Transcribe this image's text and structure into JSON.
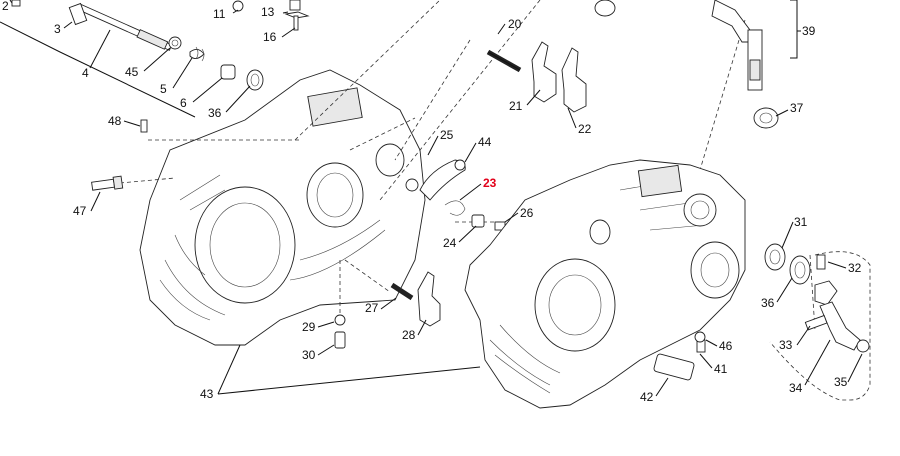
{
  "diagram": {
    "callouts": [
      {
        "id": "2",
        "label": "2",
        "highlight": false
      },
      {
        "id": "3",
        "label": "3",
        "highlight": false
      },
      {
        "id": "4",
        "label": "4",
        "highlight": false
      },
      {
        "id": "11",
        "label": "11",
        "highlight": false
      },
      {
        "id": "13",
        "label": "13",
        "highlight": false
      },
      {
        "id": "16",
        "label": "16",
        "highlight": false
      },
      {
        "id": "45",
        "label": "45",
        "highlight": false
      },
      {
        "id": "5",
        "label": "5",
        "highlight": false
      },
      {
        "id": "6",
        "label": "6",
        "highlight": false
      },
      {
        "id": "36a",
        "label": "36",
        "highlight": false
      },
      {
        "id": "48",
        "label": "48",
        "highlight": false
      },
      {
        "id": "47",
        "label": "47",
        "highlight": false
      },
      {
        "id": "20",
        "label": "20",
        "highlight": false
      },
      {
        "id": "21",
        "label": "21",
        "highlight": false
      },
      {
        "id": "22",
        "label": "22",
        "highlight": false
      },
      {
        "id": "39",
        "label": "39",
        "highlight": false
      },
      {
        "id": "37",
        "label": "37",
        "highlight": false
      },
      {
        "id": "25",
        "label": "25",
        "highlight": false
      },
      {
        "id": "44",
        "label": "44",
        "highlight": false
      },
      {
        "id": "23",
        "label": "23",
        "highlight": true
      },
      {
        "id": "26",
        "label": "26",
        "highlight": false
      },
      {
        "id": "24",
        "label": "24",
        "highlight": false
      },
      {
        "id": "31",
        "label": "31",
        "highlight": false
      },
      {
        "id": "32",
        "label": "32",
        "highlight": false
      },
      {
        "id": "36b",
        "label": "36",
        "highlight": false
      },
      {
        "id": "27",
        "label": "27",
        "highlight": false
      },
      {
        "id": "28",
        "label": "28",
        "highlight": false
      },
      {
        "id": "29",
        "label": "29",
        "highlight": false
      },
      {
        "id": "30",
        "label": "30",
        "highlight": false
      },
      {
        "id": "46",
        "label": "46",
        "highlight": false
      },
      {
        "id": "41",
        "label": "41",
        "highlight": false
      },
      {
        "id": "33",
        "label": "33",
        "highlight": false
      },
      {
        "id": "34",
        "label": "34",
        "highlight": false
      },
      {
        "id": "35",
        "label": "35",
        "highlight": false
      },
      {
        "id": "42",
        "label": "42",
        "highlight": false
      },
      {
        "id": "43",
        "label": "43",
        "highlight": false
      }
    ],
    "colors": {
      "line": "#111111",
      "highlight": "#e2001a",
      "background": "#ffffff"
    }
  }
}
